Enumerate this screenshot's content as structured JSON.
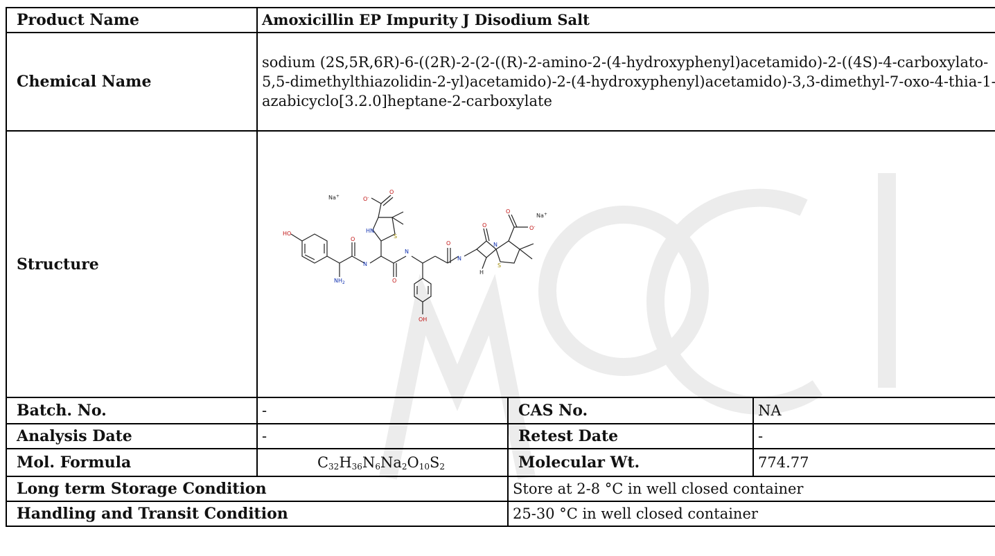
{
  "product": {
    "label": "Product Name",
    "value": "Amoxicillin EP Impurity J Disodium Salt"
  },
  "chemical": {
    "label": "Chemical Name",
    "value": "sodium (2S,5R,6R)-6-((2R)-2-(2-((R)-2-amino-2-(4-hydroxyphenyl)acetamido)-2-((4S)-4-carboxylato-5,5-dimethylthiazolidin-2-yl)acetamido)-2-(4-hydroxyphenyl)acetamido)-3,3-dimethyl-7-oxo-4-thia-1-azabicyclo[3.2.0]heptane-2-carboxylate"
  },
  "structure": {
    "label": "Structure",
    "atoms": {
      "na_left": "Na",
      "na_right": "Na",
      "plus": "+",
      "o": "O",
      "o_minus": "O",
      "minus": "-",
      "ho": "HO",
      "oh": "OH",
      "hn": "HN",
      "h": "H",
      "n": "N",
      "s": "S",
      "nh2": "NH",
      "two": "2"
    }
  },
  "batch": {
    "label": "Batch. No.",
    "value": "-"
  },
  "cas": {
    "label": "CAS No.",
    "value": "NA"
  },
  "analysis": {
    "label": "Analysis Date",
    "value": "-"
  },
  "retest": {
    "label": "Retest Date",
    "value": "-"
  },
  "formula": {
    "label": "Mol. Formula",
    "parts": [
      {
        "el": "C",
        "n": "32"
      },
      {
        "el": "H",
        "n": "36"
      },
      {
        "el": "N",
        "n": "6"
      },
      {
        "el": "Na",
        "n": "2"
      },
      {
        "el": "O",
        "n": "10"
      },
      {
        "el": "S",
        "n": "2"
      }
    ]
  },
  "mw": {
    "label": "Molecular Wt.",
    "value": "774.77"
  },
  "storage": {
    "label": "Long term Storage Condition",
    "value": "Store at 2-8 °C in well closed container"
  },
  "handling": {
    "label": "Handling and Transit Condition",
    "value": "25-30 °C in well closed container"
  },
  "colors": {
    "border": "#000000",
    "watermark": "#eeeeee",
    "nitrogen": "#1030b0",
    "oxygen": "#c01010",
    "sulfur": "#a08a00"
  }
}
